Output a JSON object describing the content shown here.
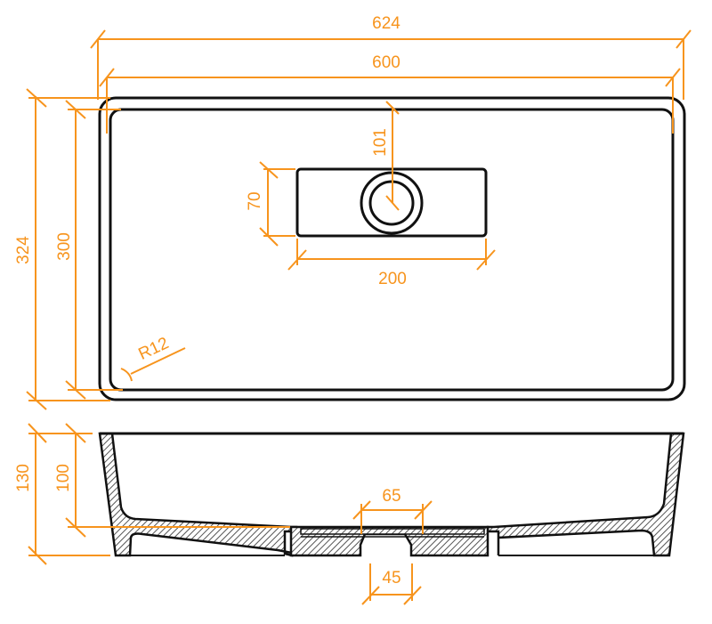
{
  "drawing": {
    "title": "Rectangular basin technical drawing",
    "colors": {
      "dimension": "#f7941d",
      "outline": "#111111",
      "background": "#ffffff",
      "hatch": "#555555"
    },
    "top_view": {
      "dimensions": {
        "overall_width": "624",
        "bowl_width": "600",
        "overall_depth": "324",
        "bowl_depth": "300",
        "drain_offset": "101",
        "drain_recess_height": "70",
        "drain_recess_width": "200",
        "corner_radius": "R12"
      }
    },
    "section_view": {
      "dimensions": {
        "overall_height": "130",
        "bowl_height": "100",
        "drain_top_width": "65",
        "drain_outlet_width": "45"
      }
    }
  }
}
